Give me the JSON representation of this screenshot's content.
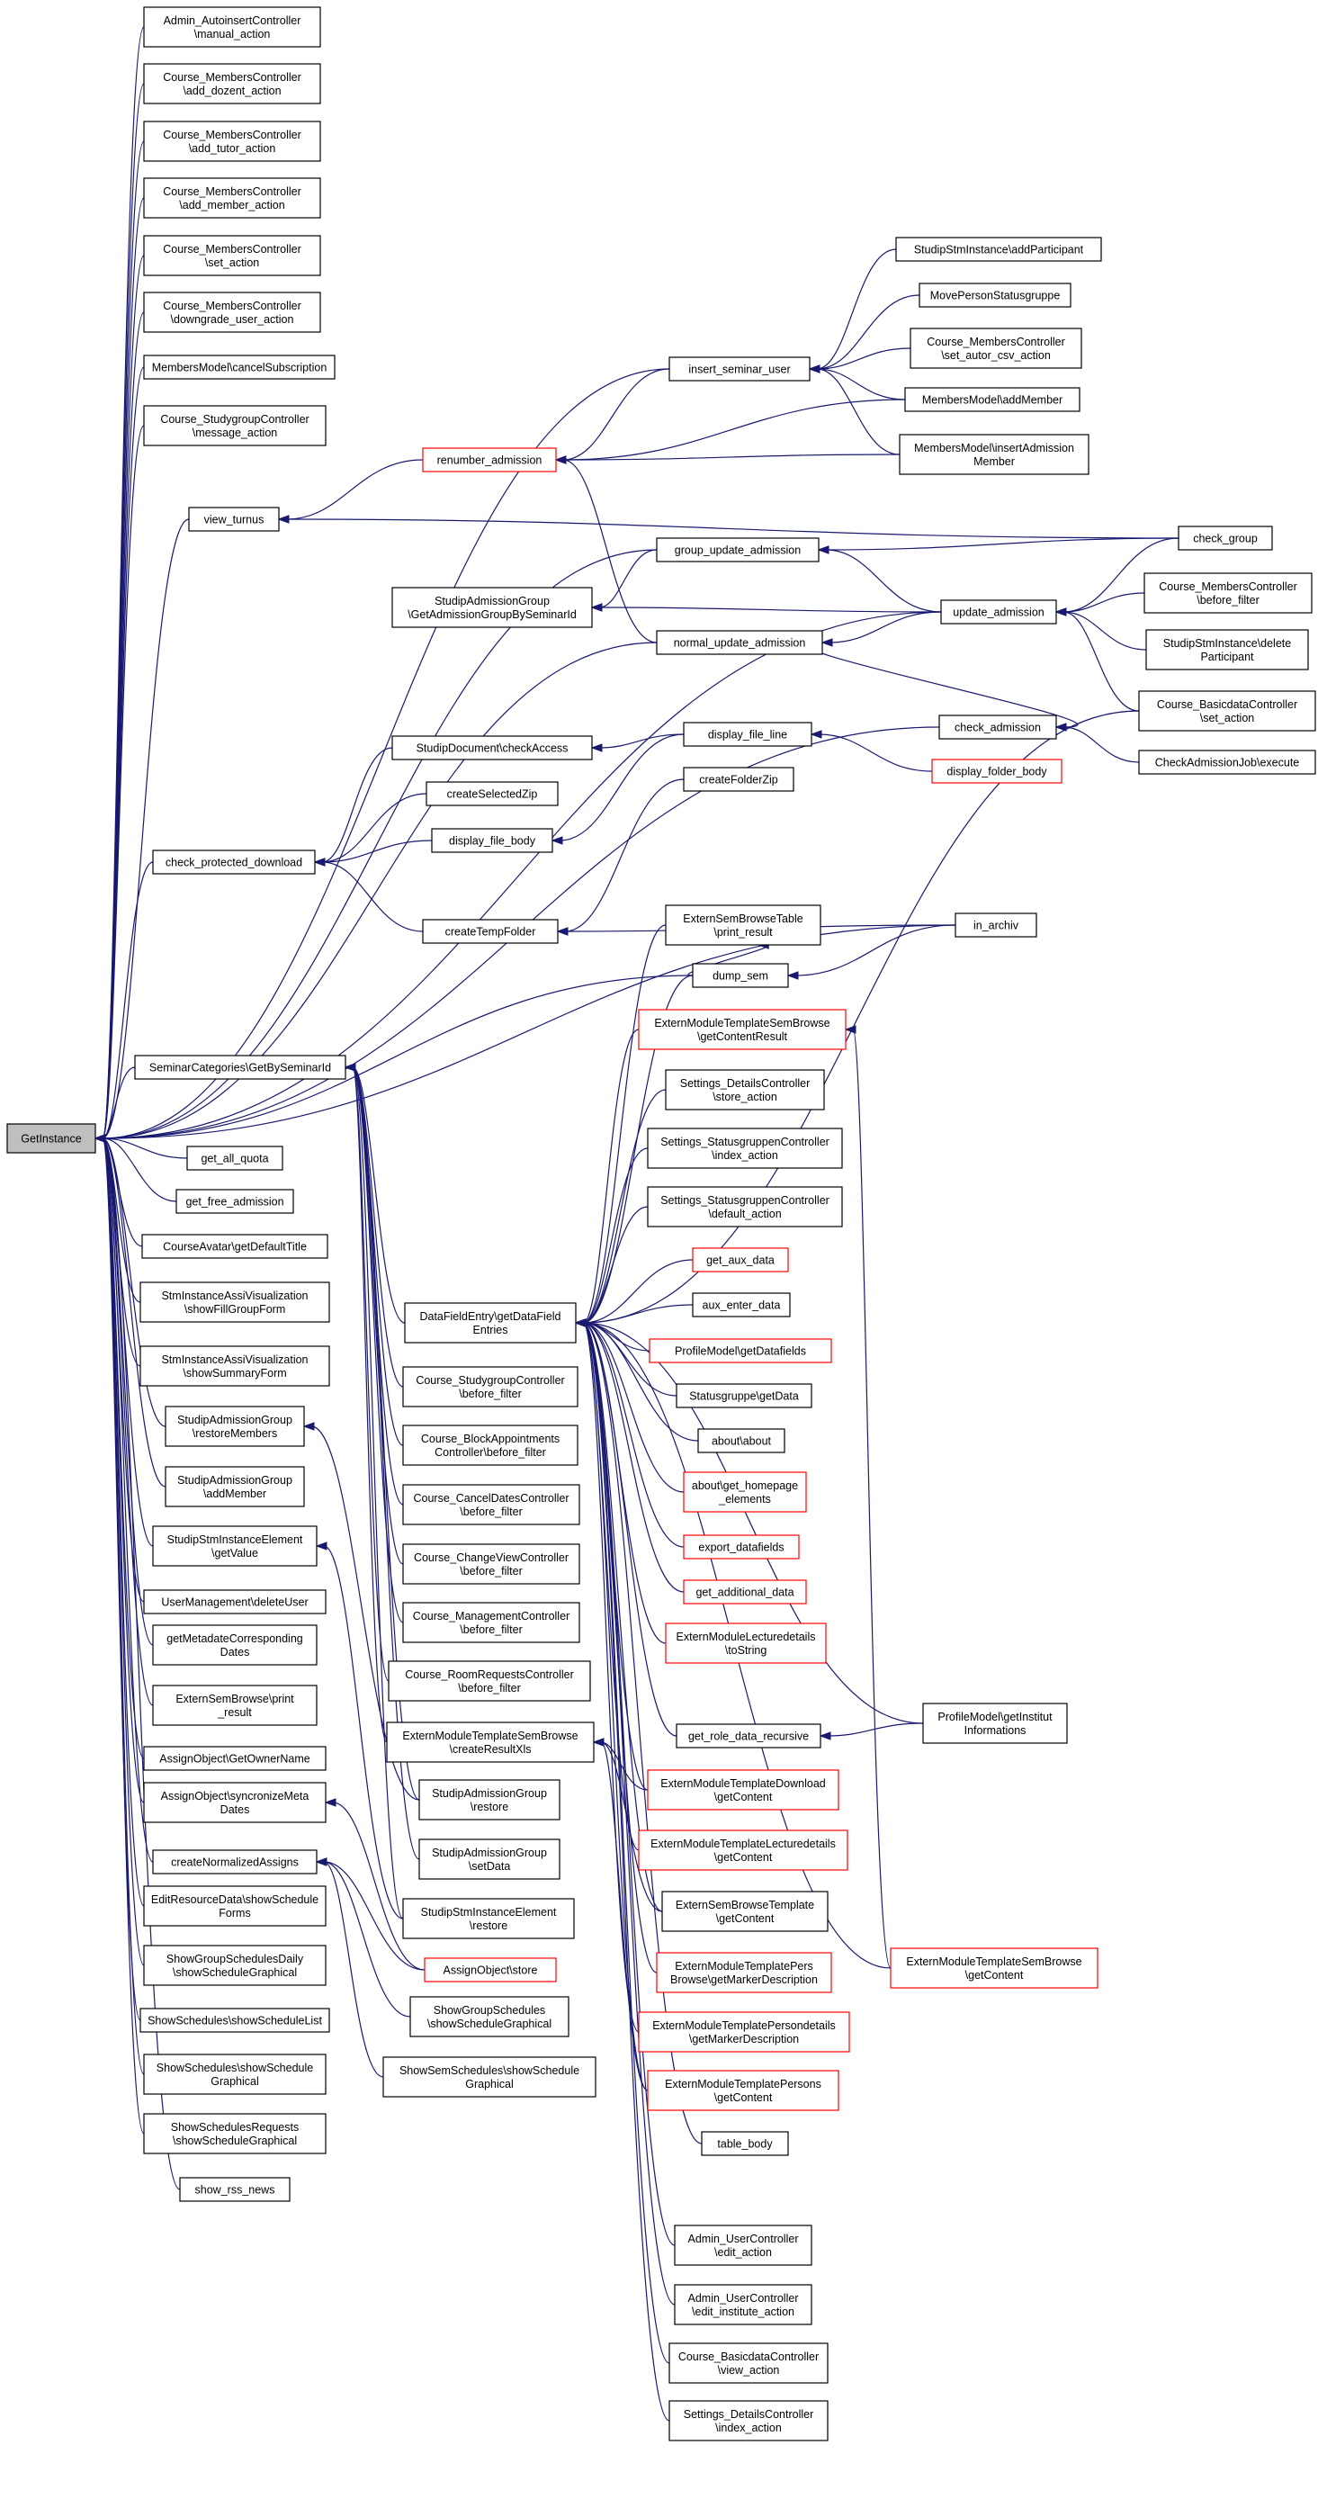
{
  "nodes": {
    "GetInstance": {
      "lines": [
        "GetInstance"
      ],
      "root": true
    },
    "n1": {
      "lines": [
        "Admin_AutoinsertController",
        "\\manual_action"
      ]
    },
    "n2": {
      "lines": [
        "Course_MembersController",
        "\\add_dozent_action"
      ]
    },
    "n3": {
      "lines": [
        "Course_MembersController",
        "\\add_tutor_action"
      ]
    },
    "n4": {
      "lines": [
        "Course_MembersController",
        "\\add_member_action"
      ]
    },
    "n5": {
      "lines": [
        "Course_MembersController",
        "\\set_action"
      ]
    },
    "n6": {
      "lines": [
        "Course_MembersController",
        "\\downgrade_user_action"
      ]
    },
    "n7": {
      "lines": [
        "MembersModel\\cancelSubscription"
      ]
    },
    "n8": {
      "lines": [
        "Course_StudygroupController",
        "\\message_action"
      ]
    },
    "n9": {
      "lines": [
        "view_turnus"
      ]
    },
    "n10": {
      "lines": [
        "check_protected_download"
      ]
    },
    "n11": {
      "lines": [
        "SeminarCategories\\GetBySeminarId"
      ]
    },
    "n12": {
      "lines": [
        "get_all_quota"
      ]
    },
    "n13": {
      "lines": [
        "get_free_admission"
      ]
    },
    "n14": {
      "lines": [
        "CourseAvatar\\getDefaultTitle"
      ]
    },
    "n15": {
      "lines": [
        "StmInstanceAssiVisualization",
        "\\showFillGroupForm"
      ]
    },
    "n16": {
      "lines": [
        "StmInstanceAssiVisualization",
        "\\showSummaryForm"
      ]
    },
    "n17": {
      "lines": [
        "StudipAdmissionGroup",
        "\\restoreMembers"
      ]
    },
    "n18": {
      "lines": [
        "StudipAdmissionGroup",
        "\\addMember"
      ]
    },
    "n19": {
      "lines": [
        "StudipStmInstanceElement",
        "\\getValue"
      ]
    },
    "n20": {
      "lines": [
        "UserManagement\\deleteUser"
      ]
    },
    "n21": {
      "lines": [
        "getMetadateCorresponding",
        "Dates"
      ]
    },
    "n22": {
      "lines": [
        "ExternSemBrowse\\print",
        "_result"
      ]
    },
    "n23": {
      "lines": [
        "AssignObject\\GetOwnerName"
      ]
    },
    "n24": {
      "lines": [
        "AssignObject\\syncronizeMeta",
        "Dates"
      ]
    },
    "n25": {
      "lines": [
        "createNormalizedAssigns"
      ]
    },
    "n26": {
      "lines": [
        "EditResourceData\\showSchedule",
        "Forms"
      ]
    },
    "n27": {
      "lines": [
        "ShowGroupSchedulesDaily",
        "\\showScheduleGraphical"
      ]
    },
    "n28": {
      "lines": [
        "ShowSchedules\\showScheduleList"
      ]
    },
    "n29": {
      "lines": [
        "ShowSchedules\\showSchedule",
        "Graphical"
      ]
    },
    "n30": {
      "lines": [
        "ShowSchedulesRequests",
        "\\showScheduleGraphical"
      ]
    },
    "n31": {
      "lines": [
        "show_rss_news"
      ]
    },
    "m1": {
      "lines": [
        "renumber_admission"
      ],
      "red": true
    },
    "m2": {
      "lines": [
        "StudipAdmissionGroup",
        "\\GetAdmissionGroupBySeminarId"
      ]
    },
    "m3": {
      "lines": [
        "StudipDocument\\checkAccess"
      ]
    },
    "m4": {
      "lines": [
        "createSelectedZip"
      ]
    },
    "m5": {
      "lines": [
        "display_file_body"
      ]
    },
    "m6": {
      "lines": [
        "createTempFolder"
      ]
    },
    "m7": {
      "lines": [
        "DataFieldEntry\\getDataField",
        "Entries"
      ]
    },
    "m8": {
      "lines": [
        "Course_StudygroupController",
        "\\before_filter"
      ]
    },
    "m9": {
      "lines": [
        "Course_BlockAppointments",
        "Controller\\before_filter"
      ]
    },
    "m10": {
      "lines": [
        "Course_CancelDatesController",
        "\\before_filter"
      ]
    },
    "m11": {
      "lines": [
        "Course_ChangeViewController",
        "\\before_filter"
      ]
    },
    "m12": {
      "lines": [
        "Course_ManagementController",
        "\\before_filter"
      ]
    },
    "m13": {
      "lines": [
        "Course_RoomRequestsController",
        "\\before_filter"
      ]
    },
    "m14": {
      "lines": [
        "ExternModuleTemplateSemBrowse",
        "\\createResultXls"
      ]
    },
    "m15": {
      "lines": [
        "StudipAdmissionGroup",
        "\\restore"
      ]
    },
    "m16": {
      "lines": [
        "StudipAdmissionGroup",
        "\\setData"
      ]
    },
    "m17": {
      "lines": [
        "StudipStmInstanceElement",
        "\\restore"
      ]
    },
    "m18": {
      "lines": [
        "AssignObject\\store"
      ],
      "red": true
    },
    "m19": {
      "lines": [
        "ShowGroupSchedules",
        "\\showScheduleGraphical"
      ]
    },
    "m20": {
      "lines": [
        "ShowSemSchedules\\showSchedule",
        "Graphical"
      ]
    },
    "p1": {
      "lines": [
        "insert_seminar_user"
      ]
    },
    "p2": {
      "lines": [
        "group_update_admission"
      ]
    },
    "p3": {
      "lines": [
        "normal_update_admission"
      ]
    },
    "p4": {
      "lines": [
        "display_file_line"
      ]
    },
    "p5": {
      "lines": [
        "createFolderZip"
      ]
    },
    "p6": {
      "lines": [
        "ExternSemBrowseTable",
        "\\print_result"
      ]
    },
    "p7": {
      "lines": [
        "dump_sem"
      ]
    },
    "p8": {
      "lines": [
        "ExternModuleTemplateSemBrowse",
        "\\getContentResult"
      ],
      "red": true
    },
    "p9": {
      "lines": [
        "Settings_DetailsController",
        "\\store_action"
      ]
    },
    "p10": {
      "lines": [
        "Settings_StatusgruppenController",
        "\\index_action"
      ]
    },
    "p11": {
      "lines": [
        "Settings_StatusgruppenController",
        "\\default_action"
      ]
    },
    "p12": {
      "lines": [
        "get_aux_data"
      ],
      "red": true
    },
    "p13": {
      "lines": [
        "aux_enter_data"
      ]
    },
    "p14": {
      "lines": [
        "ProfileModel\\getDatafields"
      ],
      "red": true
    },
    "p15": {
      "lines": [
        "Statusgruppe\\getData"
      ]
    },
    "p16": {
      "lines": [
        "about\\about"
      ]
    },
    "p17": {
      "lines": [
        "about\\get_homepage",
        "_elements"
      ],
      "red": true
    },
    "p18": {
      "lines": [
        "export_datafields"
      ],
      "red": true
    },
    "p19": {
      "lines": [
        "get_additional_data"
      ],
      "red": true
    },
    "p20": {
      "lines": [
        "ExternModuleLecturedetails",
        "\\toString"
      ],
      "red": true
    },
    "p21": {
      "lines": [
        "get_role_data_recursive"
      ]
    },
    "p22": {
      "lines": [
        "ExternModuleTemplateDownload",
        "\\getContent"
      ],
      "red": true
    },
    "p23": {
      "lines": [
        "ExternModuleTemplateLecturedetails",
        "\\getContent"
      ],
      "red": true
    },
    "p24": {
      "lines": [
        "ExternSemBrowseTemplate",
        "\\getContent"
      ]
    },
    "p25": {
      "lines": [
        "ExternModuleTemplatePers",
        "Browse\\getMarkerDescription"
      ],
      "red": true
    },
    "p26": {
      "lines": [
        "ExternModuleTemplatePersondetails",
        "\\getMarkerDescription"
      ],
      "red": true
    },
    "p27": {
      "lines": [
        "ExternModuleTemplatePersons",
        "\\getContent"
      ],
      "red": true
    },
    "p28": {
      "lines": [
        "table_body"
      ]
    },
    "p29": {
      "lines": [
        "Admin_UserController",
        "\\edit_action"
      ]
    },
    "p30": {
      "lines": [
        "Admin_UserController",
        "\\edit_institute_action"
      ]
    },
    "p31": {
      "lines": [
        "Course_BasicdataController",
        "\\view_action"
      ]
    },
    "p32": {
      "lines": [
        "Settings_DetailsController",
        "\\index_action"
      ]
    },
    "q1": {
      "lines": [
        "StudipStmInstance\\addParticipant"
      ]
    },
    "q2": {
      "lines": [
        "MovePersonStatusgruppe"
      ]
    },
    "q3": {
      "lines": [
        "Course_MembersController",
        "\\set_autor_csv_action"
      ]
    },
    "q4": {
      "lines": [
        "MembersModel\\addMember"
      ]
    },
    "q5": {
      "lines": [
        "MembersModel\\insertAdmission",
        "Member"
      ]
    },
    "q6": {
      "lines": [
        "update_admission"
      ]
    },
    "q7": {
      "lines": [
        "check_admission"
      ]
    },
    "q8": {
      "lines": [
        "display_folder_body"
      ],
      "red": true
    },
    "q9": {
      "lines": [
        "in_archiv"
      ]
    },
    "q10": {
      "lines": [
        "ProfileModel\\getInstitut",
        "Informations"
      ]
    },
    "q11": {
      "lines": [
        "ExternModuleTemplateSemBrowse",
        "\\getContent"
      ],
      "red": true
    },
    "r1": {
      "lines": [
        "check_group"
      ]
    },
    "r2": {
      "lines": [
        "Course_MembersController",
        "\\before_filter"
      ]
    },
    "r3": {
      "lines": [
        "StudipStmInstance\\delete",
        "Participant"
      ]
    },
    "r4": {
      "lines": [
        "Course_BasicdataController",
        "\\set_action"
      ]
    },
    "r5": {
      "lines": [
        "CheckAdmissionJob\\execute"
      ]
    }
  }
}
